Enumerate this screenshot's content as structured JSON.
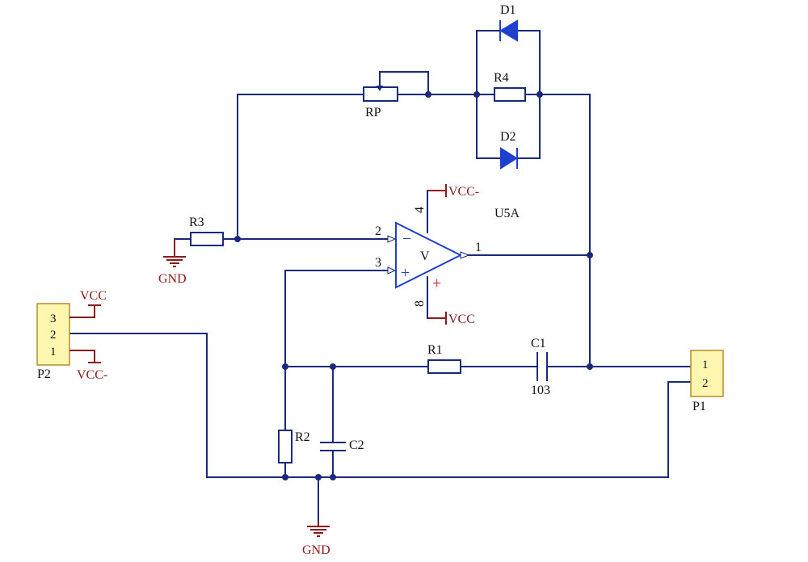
{
  "components": {
    "d1": "D1",
    "d2": "D2",
    "r4": "R4",
    "rp": "RP",
    "r3": "R3",
    "r1": "R1",
    "r2": "R2",
    "c1": "C1",
    "c1_value": "103",
    "c2": "C2",
    "u5a": "U5A",
    "opamp_inner": "V",
    "p1": "P1",
    "p2": "P2"
  },
  "power": {
    "vcc": "VCC",
    "vcc_neg": "VCC-",
    "gnd": "GND",
    "opamp_top": "VCC-",
    "opamp_bottom": "VCC",
    "p2_top": "VCC",
    "p2_bottom": "VCC-",
    "gnd_left": "GND",
    "gnd_bottom": "GND"
  },
  "pins": {
    "opamp_pin2": "2",
    "opamp_pin3": "3",
    "opamp_pin1": "1",
    "opamp_pin4": "4",
    "opamp_pin8": "8",
    "opamp_minus": "−",
    "opamp_plus": "+",
    "opamp_plus_red": "+",
    "p1_pins": [
      "1",
      "2"
    ],
    "p2_pins": [
      "3",
      "2",
      "1"
    ]
  },
  "colors": {
    "wire": "#1a2a7a",
    "power": "#8b1a1a",
    "diode": "#1f3fcf",
    "connector_fill": "#fff7b0"
  }
}
